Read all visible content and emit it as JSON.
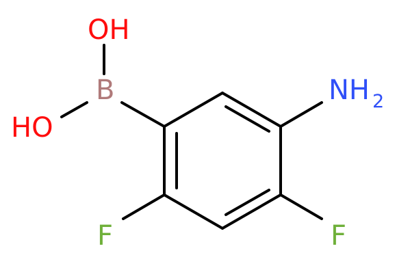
{
  "molecule": {
    "atoms": {
      "oh_top": {
        "label": "OH",
        "color": "#ff0d0d"
      },
      "oh_left": {
        "label": "HO",
        "color": "#ff0d0d"
      },
      "boron": {
        "label": "B",
        "color": "#b07a7a"
      },
      "amine": {
        "label": "NH",
        "subscript": "2",
        "color": "#3050f8"
      },
      "fluorine_left": {
        "label": "F",
        "color": "#6fb03a"
      },
      "fluorine_right": {
        "label": "F",
        "color": "#6fb03a"
      }
    },
    "bond_color": "#000000"
  }
}
